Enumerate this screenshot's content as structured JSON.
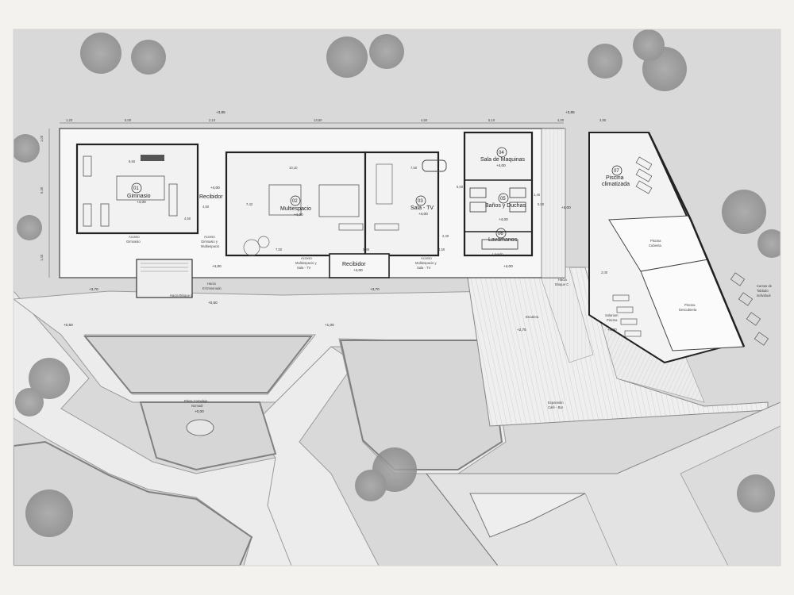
{
  "rooms": {
    "gym": {
      "num": "01",
      "name": "Gimnasio",
      "level": "+4,00"
    },
    "multi": {
      "num": "02",
      "name": "Multiespacio",
      "level": "+4,00"
    },
    "tv": {
      "num": "03",
      "name": "Sala - TV",
      "level": "+4,00"
    },
    "machines": {
      "num": "04",
      "name": "Sala de Maquinas",
      "level": "+4,00"
    },
    "baths": {
      "num": "05",
      "name": "Baños y Duchas",
      "level": "+4,00"
    },
    "sinks": {
      "num": "06",
      "name": "Lavamanos",
      "level": "+4,00"
    },
    "pool": {
      "num": "07",
      "name1": "Piscina",
      "name2": "climatizada"
    }
  },
  "labels": {
    "recibidor": "Recibidor",
    "recibidor_level": "+4,00",
    "recibidor_bottom": "Recibidor",
    "recibidor_bottom_level": "+4,00",
    "acceso_gym1": "Acceso",
    "acceso_gym2": "Gimnasio",
    "acceso_gm1": "Acceso",
    "acceso_gm2": "Gimnasio y",
    "acceso_gm3": "Multiespacio",
    "acceso_mst1": "Acceso",
    "acceso_mst2": "Multiespacio y",
    "acceso_mst3": "Sala - TV",
    "acceso_mst_b1": "Acceso",
    "acceso_mst_b2": "Multiespacio y",
    "acceso_mst_b3": "Sala - TV",
    "pool_cubierta1": "Piscina",
    "pool_cubierta2": "Cubierta",
    "pool_descubierta1": "Piscina",
    "pool_descubierta2": "Descubierta",
    "expansion1": "Expansión",
    "expansion2": "Café - Bar",
    "plaza1": "Plaza Complejo",
    "plaza2": "Nomadi",
    "plaza_level": "+0,00",
    "camino_c": "Hacia Bloque C",
    "hacia_ensenado": "Hacia",
    "hacia_ensenado2": "El Ensenado",
    "hacia_bloque_c2": "Hacia",
    "hacia_bloque_c2b": "Bloque C",
    "camas": "Camas de",
    "camas2": "Tablado",
    "camas3": "individual",
    "solarium": "Solarium",
    "solarium2": "Piscina",
    "escalera": "Escalera",
    "lavado": "Lavado"
  },
  "levels": {
    "top_left": "+3,85",
    "top_right": "+3,85",
    "right_corridor": "+4,00",
    "sinks_bottom": "+4,00",
    "below_acceso": "+4,00",
    "patio1": "+3,70",
    "patio2": "+3,70",
    "plaza_left": "+0,50",
    "path_left": "+0,50",
    "path_mid": "+1,00",
    "ramp": "+2,75",
    "solarium": "+4,00",
    "path_low": "+0,50"
  },
  "dims": {
    "top": [
      "1,20",
      "5,00",
      "2,10",
      "13,50",
      "4,50",
      "5,10",
      "4,00",
      "3,90"
    ],
    "left": [
      "1,00",
      "6,30",
      "1,40"
    ],
    "inner": [
      "8,50",
      "10,10",
      "7,50",
      "7,50",
      "5,80",
      "4,50",
      "2,40",
      "4,50",
      "7,42",
      "5,00",
      "1,40",
      "4,50",
      "2,00",
      "5,00"
    ]
  }
}
